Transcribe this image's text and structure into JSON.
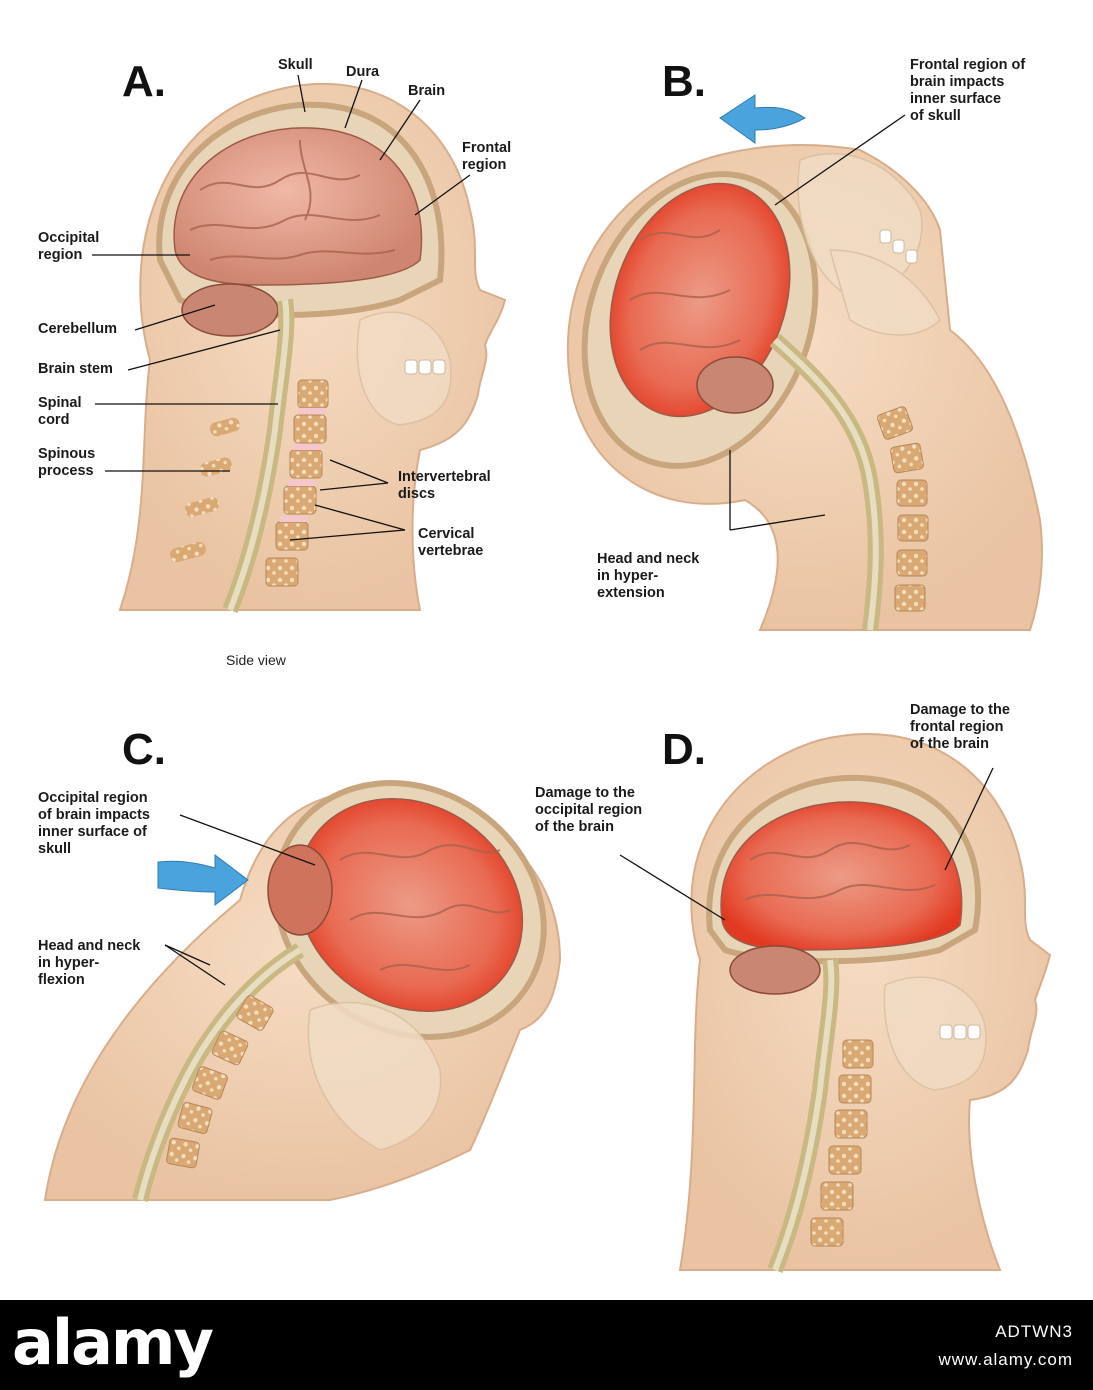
{
  "panels": {
    "a": {
      "letter": "A.",
      "caption": "Side view",
      "labels": {
        "skull": "Skull",
        "dura": "Dura",
        "brain": "Brain",
        "frontal": "Frontal\nregion",
        "occipital": "Occipital\nregion",
        "cerebellum": "Cerebellum",
        "brain_stem": "Brain stem",
        "spinal_cord": "Spinal\ncord",
        "spinous": "Spinous\nprocess",
        "discs": "Intervertebral\ndiscs",
        "vertebrae": "Cervical\nvertebrae"
      }
    },
    "b": {
      "letter": "B.",
      "labels": {
        "impact": "Frontal region of\nbrain impacts\ninner surface\nof skull",
        "hyper": "Head and neck\nin hyper-\nextension"
      }
    },
    "c": {
      "letter": "C.",
      "labels": {
        "impact": "Occipital region\nof brain impacts\ninner surface of\nskull",
        "hyper": "Head and neck\nin hyper-\nflexion"
      }
    },
    "d": {
      "letter": "D.",
      "labels": {
        "frontal_damage": "Damage to the\nfrontal region\nof the brain",
        "occipital_damage": "Damage to the\noccipital region\nof the brain"
      }
    }
  },
  "footer": {
    "brand": "alamy",
    "image_id": "ADTWN3",
    "url": "www.alamy.com"
  },
  "colors": {
    "skin": "#f2d3b6",
    "brain": "#e7a492",
    "injury": "#e8402a",
    "arrow": "#4aa3dc",
    "cord": "#c9b882"
  }
}
